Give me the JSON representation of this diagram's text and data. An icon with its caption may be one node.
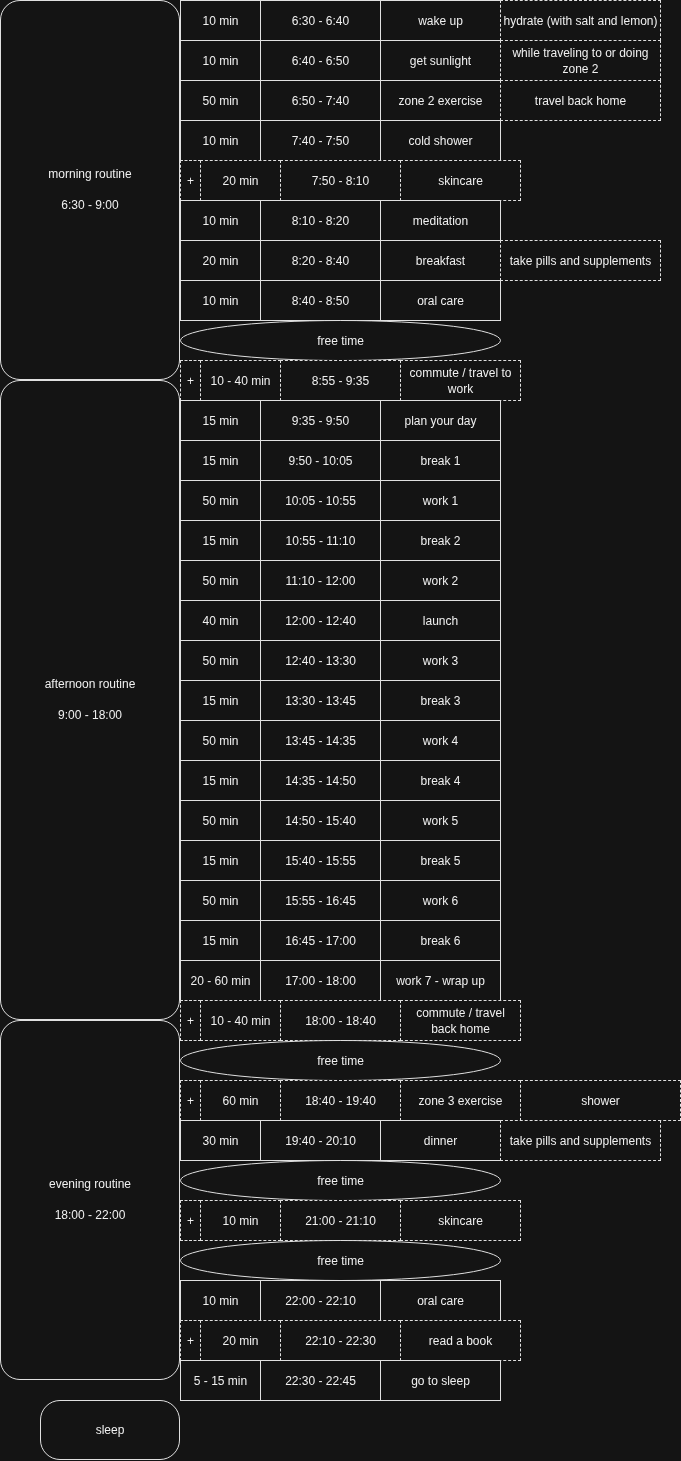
{
  "diagram": {
    "nodes": [
      {
        "text": [
          "morning routine",
          "6:30 - 9:00"
        ]
      },
      {
        "text": [
          "10 min"
        ]
      },
      {
        "text": [
          "6:30 - 6:40"
        ]
      },
      {
        "text": [
          "wake up"
        ]
      },
      {
        "text": [
          "hydrate (with salt and lemon)"
        ]
      },
      {
        "text": [
          "10 min"
        ]
      },
      {
        "text": [
          "6:40 - 6:50"
        ]
      },
      {
        "text": [
          "get sunlight"
        ]
      },
      {
        "text": [
          "while traveling to or doing zone 2"
        ]
      },
      {
        "text": [
          "50 min"
        ]
      },
      {
        "text": [
          "6:50 - 7:40"
        ]
      },
      {
        "text": [
          "zone 2 exercise"
        ]
      },
      {
        "text": [
          "travel back home"
        ]
      },
      {
        "text": [
          "10 min"
        ]
      },
      {
        "text": [
          "7:40 - 7:50"
        ]
      },
      {
        "text": [
          "cold shower"
        ]
      },
      {
        "text": [
          "+"
        ]
      },
      {
        "text": [
          "20 min"
        ]
      },
      {
        "text": [
          "7:50 - 8:10"
        ]
      },
      {
        "text": [
          "skincare"
        ]
      },
      {
        "text": [
          "10 min"
        ]
      },
      {
        "text": [
          "8:10 - 8:20"
        ]
      },
      {
        "text": [
          "meditation"
        ]
      },
      {
        "text": [
          "20 min"
        ]
      },
      {
        "text": [
          "8:20 - 8:40"
        ]
      },
      {
        "text": [
          "breakfast"
        ]
      },
      {
        "text": [
          "take pills and supplements"
        ]
      },
      {
        "text": [
          "10 min"
        ]
      },
      {
        "text": [
          "8:40 - 8:50"
        ]
      },
      {
        "text": [
          "oral care"
        ]
      },
      {
        "text": [
          "free time"
        ]
      },
      {
        "text": [
          "+"
        ]
      },
      {
        "text": [
          "10 - 40 min"
        ]
      },
      {
        "text": [
          "8:55 - 9:35"
        ]
      },
      {
        "text": [
          "commute / travel to work"
        ]
      },
      {
        "text": [
          "afternoon routine",
          "9:00 - 18:00"
        ]
      },
      {
        "text": [
          "15 min"
        ]
      },
      {
        "text": [
          "9:35 - 9:50"
        ]
      },
      {
        "text": [
          "plan your day"
        ]
      },
      {
        "text": [
          "15 min"
        ]
      },
      {
        "text": [
          "9:50 - 10:05"
        ]
      },
      {
        "text": [
          "break 1"
        ]
      },
      {
        "text": [
          "50 min"
        ]
      },
      {
        "text": [
          "10:05 - 10:55"
        ]
      },
      {
        "text": [
          "work 1"
        ]
      },
      {
        "text": [
          "15 min"
        ]
      },
      {
        "text": [
          "10:55 - 11:10"
        ]
      },
      {
        "text": [
          "break 2"
        ]
      },
      {
        "text": [
          "50 min"
        ]
      },
      {
        "text": [
          "11:10 - 12:00"
        ]
      },
      {
        "text": [
          "work 2"
        ]
      },
      {
        "text": [
          "40 min"
        ]
      },
      {
        "text": [
          "12:00 - 12:40"
        ]
      },
      {
        "text": [
          "launch"
        ]
      },
      {
        "text": [
          "50 min"
        ]
      },
      {
        "text": [
          "12:40 - 13:30"
        ]
      },
      {
        "text": [
          "work 3"
        ]
      },
      {
        "text": [
          "15 min"
        ]
      },
      {
        "text": [
          "13:30 - 13:45"
        ]
      },
      {
        "text": [
          "break 3"
        ]
      },
      {
        "text": [
          "50 min"
        ]
      },
      {
        "text": [
          "13:45 - 14:35"
        ]
      },
      {
        "text": [
          "work 4"
        ]
      },
      {
        "text": [
          "15 min"
        ]
      },
      {
        "text": [
          "14:35 - 14:50"
        ]
      },
      {
        "text": [
          "break 4"
        ]
      },
      {
        "text": [
          "50 min"
        ]
      },
      {
        "text": [
          "14:50 - 15:40"
        ]
      },
      {
        "text": [
          "work 5"
        ]
      },
      {
        "text": [
          "15 min"
        ]
      },
      {
        "text": [
          "15:40 - 15:55"
        ]
      },
      {
        "text": [
          "break 5"
        ]
      },
      {
        "text": [
          "50 min"
        ]
      },
      {
        "text": [
          "15:55 - 16:45"
        ]
      },
      {
        "text": [
          "work 6"
        ]
      },
      {
        "text": [
          "15 min"
        ]
      },
      {
        "text": [
          "16:45 - 17:00"
        ]
      },
      {
        "text": [
          "break 6"
        ]
      },
      {
        "text": [
          "20 - 60 min"
        ]
      },
      {
        "text": [
          "17:00 - 18:00"
        ]
      },
      {
        "text": [
          "work 7 - wrap up"
        ]
      },
      {
        "text": [
          "+"
        ]
      },
      {
        "text": [
          "10 - 40 min"
        ]
      },
      {
        "text": [
          "18:00 - 18:40"
        ]
      },
      {
        "text": [
          "commute / travel back home"
        ]
      },
      {
        "text": [
          "evening routine",
          "18:00 - 22:00"
        ]
      },
      {
        "text": [
          "free time"
        ]
      },
      {
        "text": [
          "+"
        ]
      },
      {
        "text": [
          "60 min"
        ]
      },
      {
        "text": [
          "18:40 - 19:40"
        ]
      },
      {
        "text": [
          "zone 3 exercise"
        ]
      },
      {
        "text": [
          "shower"
        ]
      },
      {
        "text": [
          "30 min"
        ]
      },
      {
        "text": [
          "19:40 - 20:10"
        ]
      },
      {
        "text": [
          "dinner"
        ]
      },
      {
        "text": [
          "take pills and supplements"
        ]
      },
      {
        "text": [
          "free time"
        ]
      },
      {
        "text": [
          "+"
        ]
      },
      {
        "text": [
          "10 min"
        ]
      },
      {
        "text": [
          "21:00 - 21:10"
        ]
      },
      {
        "text": [
          "skincare"
        ]
      },
      {
        "text": [
          "free time"
        ]
      },
      {
        "text": [
          "10 min"
        ]
      },
      {
        "text": [
          "22:00 - 22:10"
        ]
      },
      {
        "text": [
          "oral care"
        ]
      },
      {
        "text": [
          "+"
        ]
      },
      {
        "text": [
          "20 min"
        ]
      },
      {
        "text": [
          "22:10 - 22:30"
        ]
      },
      {
        "text": [
          "read a book"
        ]
      },
      {
        "text": [
          "5 - 15 min"
        ]
      },
      {
        "text": [
          "22:30 - 22:45"
        ]
      },
      {
        "text": [
          "go to sleep"
        ]
      },
      {
        "text": [
          "sleep"
        ]
      }
    ]
  }
}
